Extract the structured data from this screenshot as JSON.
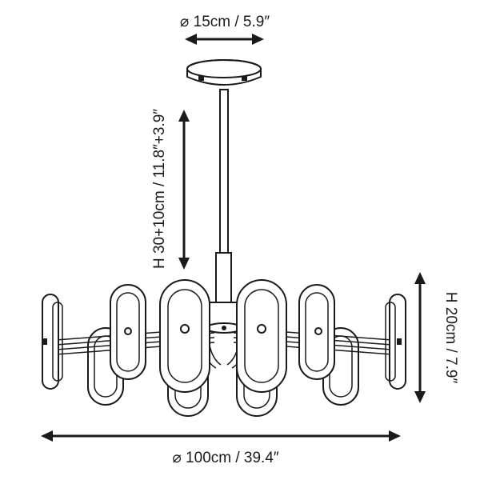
{
  "dimensions": {
    "canopy_diameter": "⌀ 15cm / 5.9″",
    "rod_height": "H 30+10cm / 11.8″+3.9″",
    "body_height": "H 20cm / 7.9″",
    "overall_diameter": "⌀ 100cm / 39.4″"
  },
  "colors": {
    "line": "#1a1a1a",
    "background": "#ffffff"
  }
}
